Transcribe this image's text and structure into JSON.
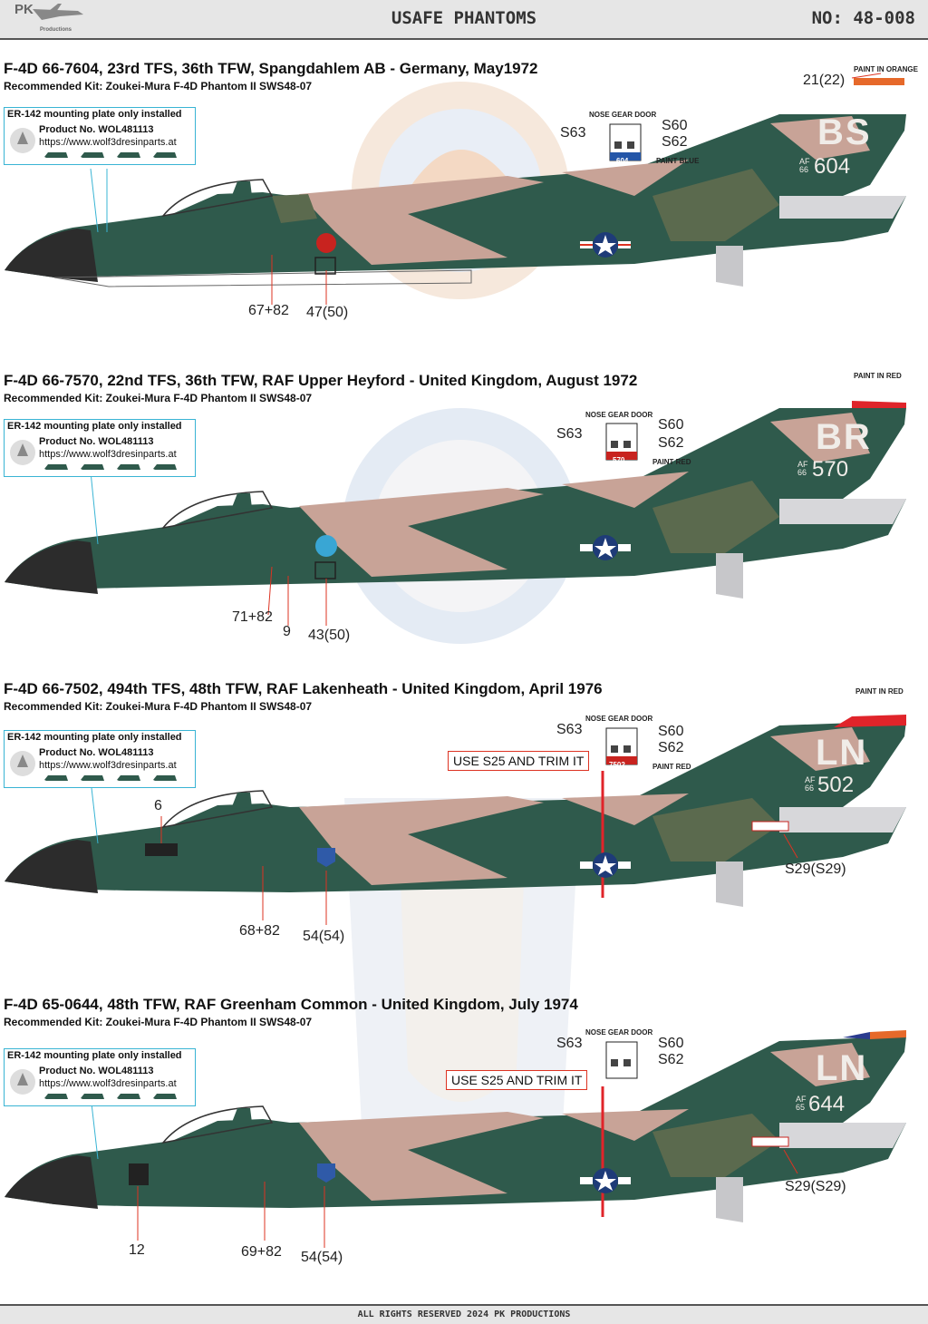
{
  "header": {
    "logo_text": "PK",
    "logo_sub": "Productions",
    "title": "USAFE PHANTOMS",
    "number": "NO: 48-008"
  },
  "footer": {
    "text": "ALL RIGHTS RESERVED 2024 PK PRODUCTIONS"
  },
  "colors": {
    "camo_green": "#2f5a4c",
    "camo_tan": "#c8a397",
    "camo_olive": "#5b6a4e",
    "nose": "#2c2c2c",
    "belly": "#d7d7da",
    "accent_blue": "#39b4d4",
    "red": "#e0242a",
    "orange": "#e6692a"
  },
  "common": {
    "infobox_title": "ER-142 mounting plate only installed",
    "product": "Product No. WOL481113",
    "url": "https://www.wolf3dresinparts.at",
    "nose_gear_door": "NOSE GEAR DOOR",
    "s63": "S63",
    "s60": "S60",
    "s62": "S62",
    "use_s25": "USE S25 AND TRIM IT"
  },
  "sections": [
    {
      "title": "F-4D 66-7604, 23rd TFS, 36th TFW, Spangdahlem AB - Germany,  May1972",
      "kit": "Recommended Kit: Zoukei-Mura F-4D Phantom II SWS48-07",
      "code": "BS",
      "af_top": "AF",
      "af_bottom": "66",
      "serial": "604",
      "door_number": "604",
      "door_paint": "PAINT BLUE",
      "tail_label": "21(22)",
      "tail_paint": "PAINT IN ORANGE",
      "callouts": [
        "67+82",
        "47(50)"
      ]
    },
    {
      "title": "F-4D  66-7570, 22nd TFS, 36th TFW, RAF Upper Heyford - United Kingdom,  August 1972",
      "kit": "Recommended Kit: Zoukei-Mura F-4D Phantom II SWS48-07",
      "code": "BR",
      "af_top": "AF",
      "af_bottom": "66",
      "serial": "570",
      "door_number": "570",
      "door_paint": "PAINT RED",
      "tail_paint": "PAINT IN RED",
      "callouts": [
        "71+82",
        "9",
        "43(50)"
      ]
    },
    {
      "title": "F-4D  66-7502, 494th TFS, 48th TFW, RAF Lakenheath - United Kingdom,  April 1976",
      "kit": "Recommended Kit: Zoukei-Mura F-4D Phantom II SWS48-07",
      "code": "LN",
      "af_top": "AF",
      "af_bottom": "66",
      "serial": "502",
      "door_number": "7502",
      "door_paint": "PAINT RED",
      "tail_paint": "PAINT IN RED",
      "callouts": [
        "6",
        "68+82",
        "54(54)",
        "S29(S29)"
      ]
    },
    {
      "title": "F-4D  65-0644, 48th TFW, RAF Greenham Common - United Kingdom,  July 1974",
      "kit": "Recommended Kit: Zoukei-Mura F-4D Phantom II SWS48-07",
      "code": "LN",
      "af_top": "AF",
      "af_bottom": "65",
      "serial": "644",
      "callouts": [
        "12",
        "69+82",
        "54(54)",
        "S29(S29)"
      ]
    }
  ]
}
